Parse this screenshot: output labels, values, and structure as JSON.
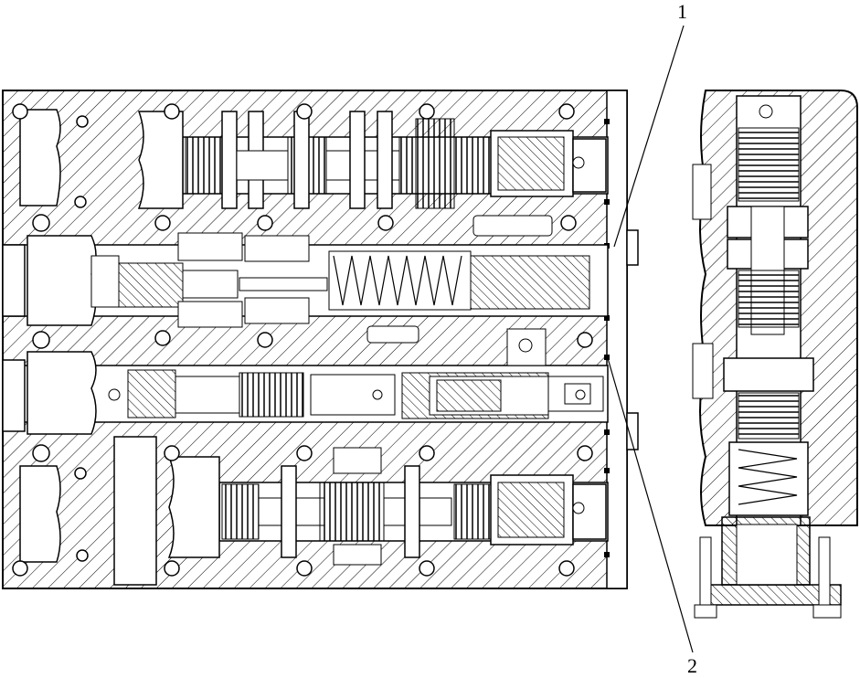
{
  "figure": {
    "callouts": [
      {
        "id": "1",
        "text": "1"
      },
      {
        "id": "2",
        "text": "2"
      }
    ],
    "colors": {
      "ink": "#000000",
      "paper": "#ffffff"
    }
  }
}
